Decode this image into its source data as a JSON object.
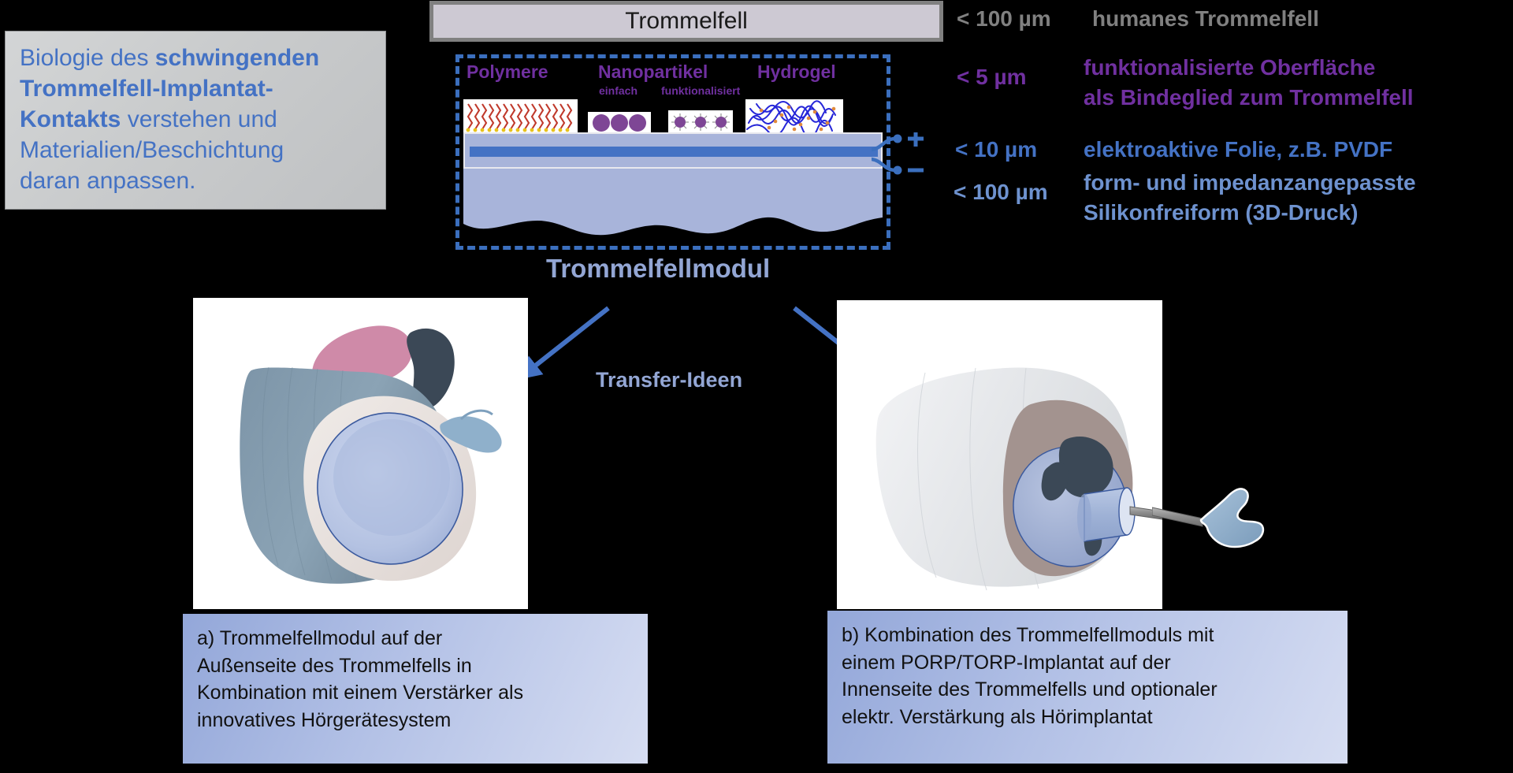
{
  "goal": {
    "line1_plain": "Biologie des ",
    "line1_bold": "schwingenden",
    "line2_bold": "Trommelfell-Implantat-",
    "line3_bold": "Kontakts",
    "line3_plain": " verstehen und",
    "line4": "Materialien/Beschichtung",
    "line5": "daran anpassen."
  },
  "eardrum_bar": {
    "label": "Trommelfell"
  },
  "module": {
    "frame_caption": "Trommelfellmodul",
    "transfer_caption": "Transfer-Ideen",
    "materials": [
      {
        "title": "Polymere",
        "sub": ""
      },
      {
        "title": "Nanopartikel",
        "sub_left": "einfach",
        "sub_right": "funktionalisiert"
      },
      {
        "title": "Hydrogel",
        "sub": ""
      }
    ],
    "electrode_plus": "+",
    "electrode_minus": "–"
  },
  "scale_legend": [
    {
      "thickness": "< 100 µm",
      "desc_line1": "humanes Trommelfell",
      "desc_line2": "",
      "color": "#808080"
    },
    {
      "thickness": "< 5 µm",
      "desc_line1": "funktionalisierte Oberfläche",
      "desc_line2": "als Bindeglied zum Trommelfell",
      "color": "#7030a0"
    },
    {
      "thickness": "< 10 µm",
      "desc_line1": "elektroaktive Folie, z.B. PVDF",
      "desc_line2": "",
      "color": "#4472c4"
    },
    {
      "thickness": "< 100 µm",
      "desc_line1": "form- und impedanzangepasste",
      "desc_line2": "Silikonfreiform (3D-Druck)",
      "color": "#6e92cf"
    }
  ],
  "captions": {
    "a": {
      "l1": "a) Trommelfellmodul auf der",
      "l2": "Außenseite des Trommelfells in",
      "l3": "Kombination mit einem Verstärker als",
      "l4": "innovatives Hörgerätesystem"
    },
    "b": {
      "l1": "b) Kombination des Trommelfellmoduls mit",
      "l2": "einem PORP/TORP-Implantat auf der",
      "l3": "Innenseite des Trommelfells und optionaler",
      "l4": "elektr. Verstärkung als Hörimplantat"
    }
  },
  "colors": {
    "accent_blue": "#4472c4",
    "purple": "#7030a0",
    "grey": "#808080",
    "light_blue": "#6e92cf",
    "silicone": "#a8b4da",
    "pvdf": "#4472c4"
  }
}
